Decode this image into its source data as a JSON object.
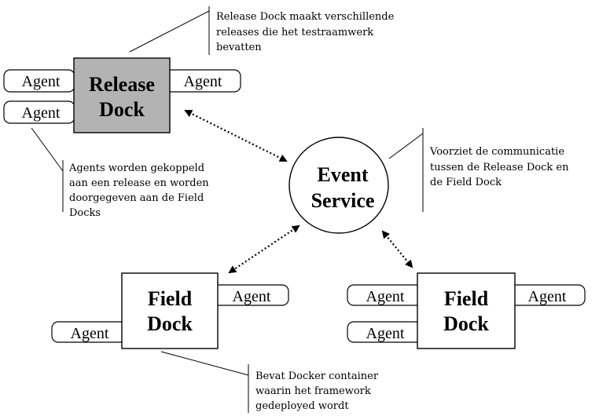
{
  "release_dock": {
    "label_line1": "Release",
    "label_line2": "Dock",
    "fill_color": "#b3b3b3",
    "agents": [
      "Agent",
      "Agent",
      "Agent"
    ]
  },
  "event_service": {
    "label_line1": "Event",
    "label_line2": "Service"
  },
  "field_dock_left": {
    "label_line1": "Field",
    "label_line2": "Dock",
    "agents": [
      "Agent",
      "Agent"
    ]
  },
  "field_dock_right": {
    "label_line1": "Field",
    "label_line2": "Dock",
    "agents": [
      "Agent",
      "Agent",
      "Agent"
    ]
  },
  "notes": {
    "release_dock_note": [
      "Release Dock maakt verschillende",
      "releases die het testraamwerk",
      "bevatten"
    ],
    "agents_note": [
      "Agents worden gekoppeld",
      "aan een release en worden",
      "doorgegeven aan de Field",
      "Docks"
    ],
    "event_service_note": [
      "Voorziet de communicatie",
      "tussen de Release Dock en",
      "de Field Dock"
    ],
    "field_dock_note": [
      "Bevat Docker container",
      "waarin het framework",
      "gedeployed wordt"
    ]
  }
}
